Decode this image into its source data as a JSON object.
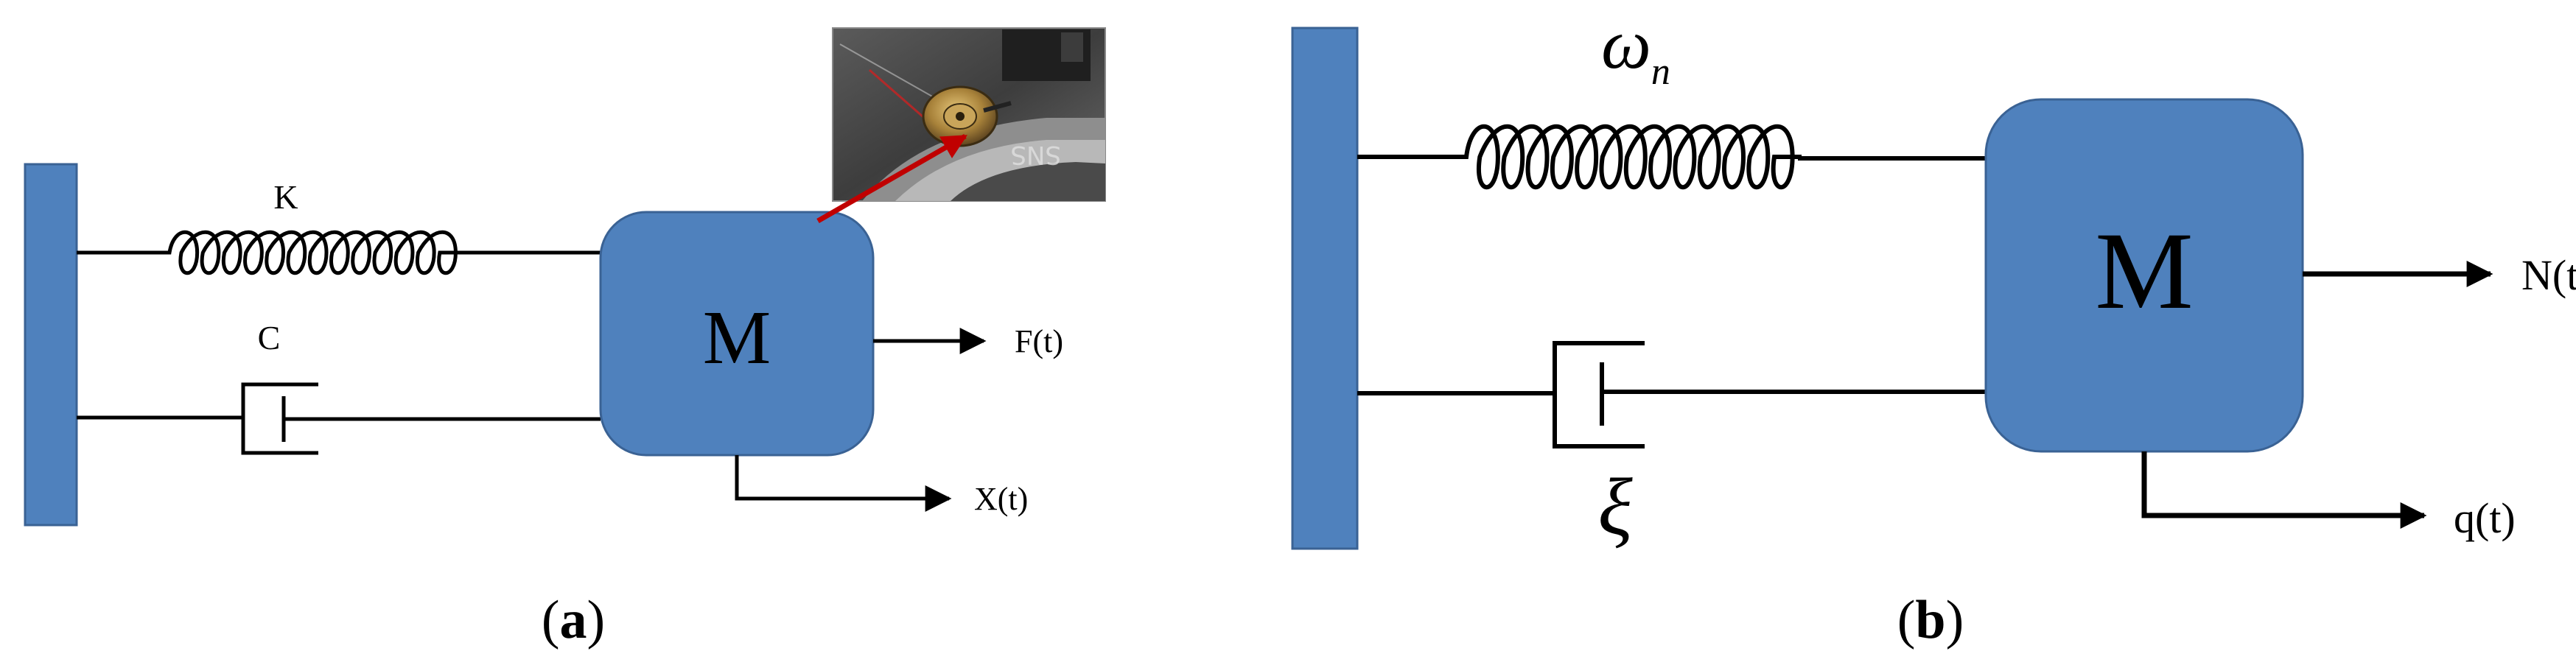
{
  "colors": {
    "block_fill": "#4f81bd",
    "block_stroke": "#3a6294",
    "line": "#000000",
    "photo_arrow": "#c00000"
  },
  "panel_a": {
    "caption_open": "(",
    "caption_letter": "a",
    "caption_close": ")",
    "spring_label": "K",
    "damper_label": "C",
    "mass_label": "M",
    "force_label": "F(t)",
    "displacement_label": "X(t)",
    "inset_photo_text": "SNS"
  },
  "panel_b": {
    "caption_open": "(",
    "caption_letter": "b",
    "caption_close": ")",
    "spring_label": "ω",
    "spring_label_sub": "n",
    "damper_label": "ξ",
    "mass_label": "M",
    "force_label": "N(t)",
    "displacement_label": "q(t)"
  }
}
